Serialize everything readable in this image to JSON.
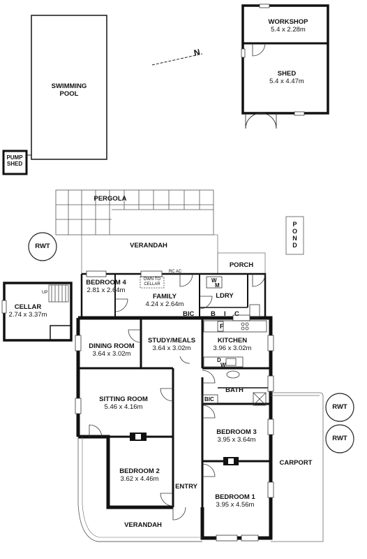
{
  "outbuildings": {
    "swimming_pool": {
      "line1": "SWIMMING",
      "line2": "POOL"
    },
    "pump_shed": {
      "line1": "PUMP",
      "line2": "SHED"
    },
    "workshop": {
      "name": "WORKSHOP",
      "size": "5.4 x 2.28m"
    },
    "shed": {
      "name": "SHED",
      "size": "5.4 x 4.47m"
    },
    "cellar": {
      "name": "CELLAR",
      "size": "2.74 x 3.37m",
      "stair_label": "UP"
    },
    "pond": {
      "letters": [
        "P",
        "O",
        "N",
        "D"
      ]
    },
    "rwt_labels": [
      "RWT",
      "RWT",
      "RWT"
    ]
  },
  "exterior": {
    "pergola": "PERGOLA",
    "verandah_top": "VERANDAH",
    "porch": "PORCH",
    "verandah_bottom": "VERANDAH",
    "carport": "CARPORT"
  },
  "rooms": {
    "bedroom4": {
      "name": "BEDROOM 4",
      "size": "2.81 x 2.64m"
    },
    "family": {
      "name": "FAMILY",
      "size": "4.24 x 2.64m"
    },
    "dining": {
      "name": "DINING ROOM",
      "size": "3.64 x 3.02m"
    },
    "study": {
      "name": "STUDY/MEALS",
      "size": "3.64 x 3.02m"
    },
    "kitchen": {
      "name": "KITCHEN",
      "size": "3.96 x 3.02m"
    },
    "sitting": {
      "name": "SITTING ROOM",
      "size": "5.46 x 4.16m"
    },
    "bedroom3": {
      "name": "BEDROOM 3",
      "size": "3.95 x 3.64m"
    },
    "bedroom2": {
      "name": "BEDROOM 2",
      "size": "3.62 x 4.46m"
    },
    "bedroom1": {
      "name": "BEDROOM 1",
      "size": "3.95 x 4.56m"
    },
    "entry": {
      "name": "ENTRY"
    },
    "laundry": {
      "name": "LDRY"
    },
    "bath": {
      "name": "BATH"
    }
  },
  "fixtures": {
    "dwn_to": "DWN TO",
    "cellar": "CELLAR",
    "rcac": "RC AC",
    "washer_w": "W",
    "washer_m": "M",
    "bic_family": "BIC",
    "bic_hall_b": "B",
    "bic_hall_i": "I",
    "bic_hall_c": "C",
    "fridge": "F",
    "dw_d": "D",
    "dw_w": "W",
    "bic_bath": "BIC"
  },
  "compass": {
    "label": "N"
  }
}
